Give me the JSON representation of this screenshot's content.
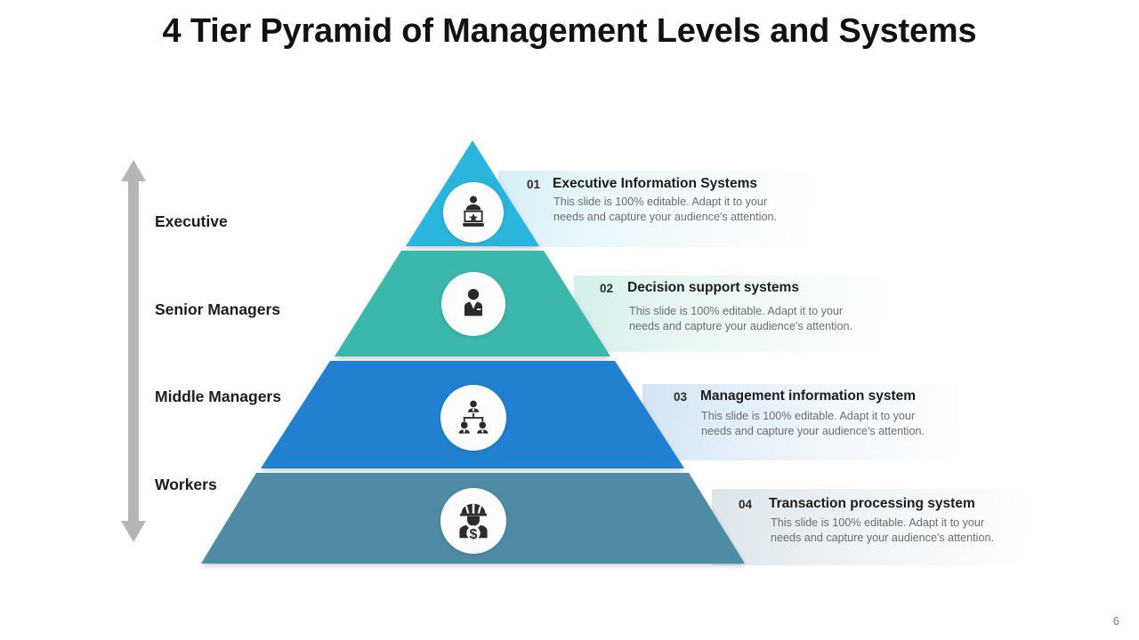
{
  "slide": {
    "title": "4 Tier Pyramid of Management Levels and Systems",
    "page_number": "6",
    "background": "#ffffff"
  },
  "arrow": {
    "name": "vertical-double-arrow",
    "color": "#b6b6b6",
    "direction": "up-down"
  },
  "levels": [
    {
      "label": "Executive",
      "color": "#29b5dd"
    },
    {
      "label": "Senior Managers",
      "color": "#3ab7ac"
    },
    {
      "label": "Middle Managers",
      "color": "#2180d0"
    },
    {
      "label": "Workers",
      "color": "#4f8ba4"
    }
  ],
  "tiers": [
    {
      "number": "01",
      "heading": "Executive Information  Systems",
      "body": "This  slide is 100%  editable. Adapt it to your\nneeds and capture  your  audience's  attention.",
      "color": "#29b5dd",
      "panel_tint": "#d6eef6",
      "icon": "speaker-podium-star-icon"
    },
    {
      "number": "02",
      "heading": "Decision support systems",
      "body": "This  slide is 100%  editable. Adapt it to your\nneeds  and capture  your  audience's  attention.",
      "color": "#3ab7ac",
      "panel_tint": "#d5efec",
      "icon": "businessman-suit-icon"
    },
    {
      "number": "03",
      "heading": "Management information  system",
      "body": "This  slide is 100%  editable. Adapt it to your\nneeds and capture  your  audience's  attention.",
      "color": "#2180d0",
      "panel_tint": "#d3e4f4",
      "icon": "org-chart-hierarchy-icon"
    },
    {
      "number": "04",
      "heading": "Transaction processing system",
      "body": "This  slide is 100%  editable. Adapt it to your\nneeds and capture  your  audience's  attention.",
      "color": "#4f8ba4",
      "panel_tint": "#dde5ea",
      "icon": "worker-hardhat-dollar-icon"
    }
  ]
}
